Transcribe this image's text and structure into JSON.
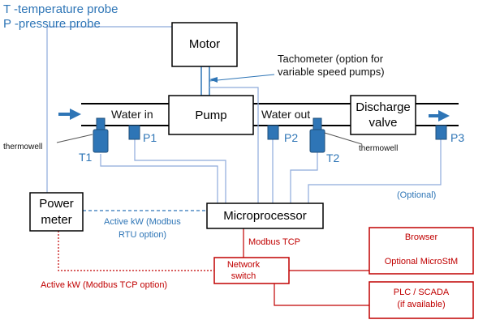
{
  "legend": {
    "temperature": "T -temperature probe",
    "pressure": "P -pressure probe"
  },
  "boxes": {
    "motor": "Motor",
    "pump": "Pump",
    "discharge_line1": "Discharge",
    "discharge_line2": "valve",
    "power_line1": "Power",
    "power_line2": "meter",
    "microprocessor": "Microprocessor",
    "network_line1": "Network",
    "network_line2": "switch",
    "browser": "Browser",
    "microstm": "Optional MicroStM",
    "plc_line1": "PLC / SCADA",
    "plc_line2": "(if available)"
  },
  "labels": {
    "water_in": "Water in",
    "water_out": "Water out",
    "tacho_line1": "Tachometer (option for",
    "tacho_line2": "variable speed pumps)",
    "thermowell_left": "thermowell",
    "thermowell_right": "thermowell",
    "t1": "T1",
    "p1": "P1",
    "p2": "P2",
    "t2": "T2",
    "p3": "P3",
    "optional": "(Optional)",
    "active_rtu_line1": "Active kW (Modbus",
    "active_rtu_line2": "RTU option)",
    "modbus_tcp": "Modbus TCP",
    "active_tcp": "Active kW (Modbus  TCP option)"
  },
  "colors": {
    "probe": "#2e75b6",
    "signal_line": "#8eaadb",
    "network": "#c00000",
    "box_border": "#000000"
  }
}
